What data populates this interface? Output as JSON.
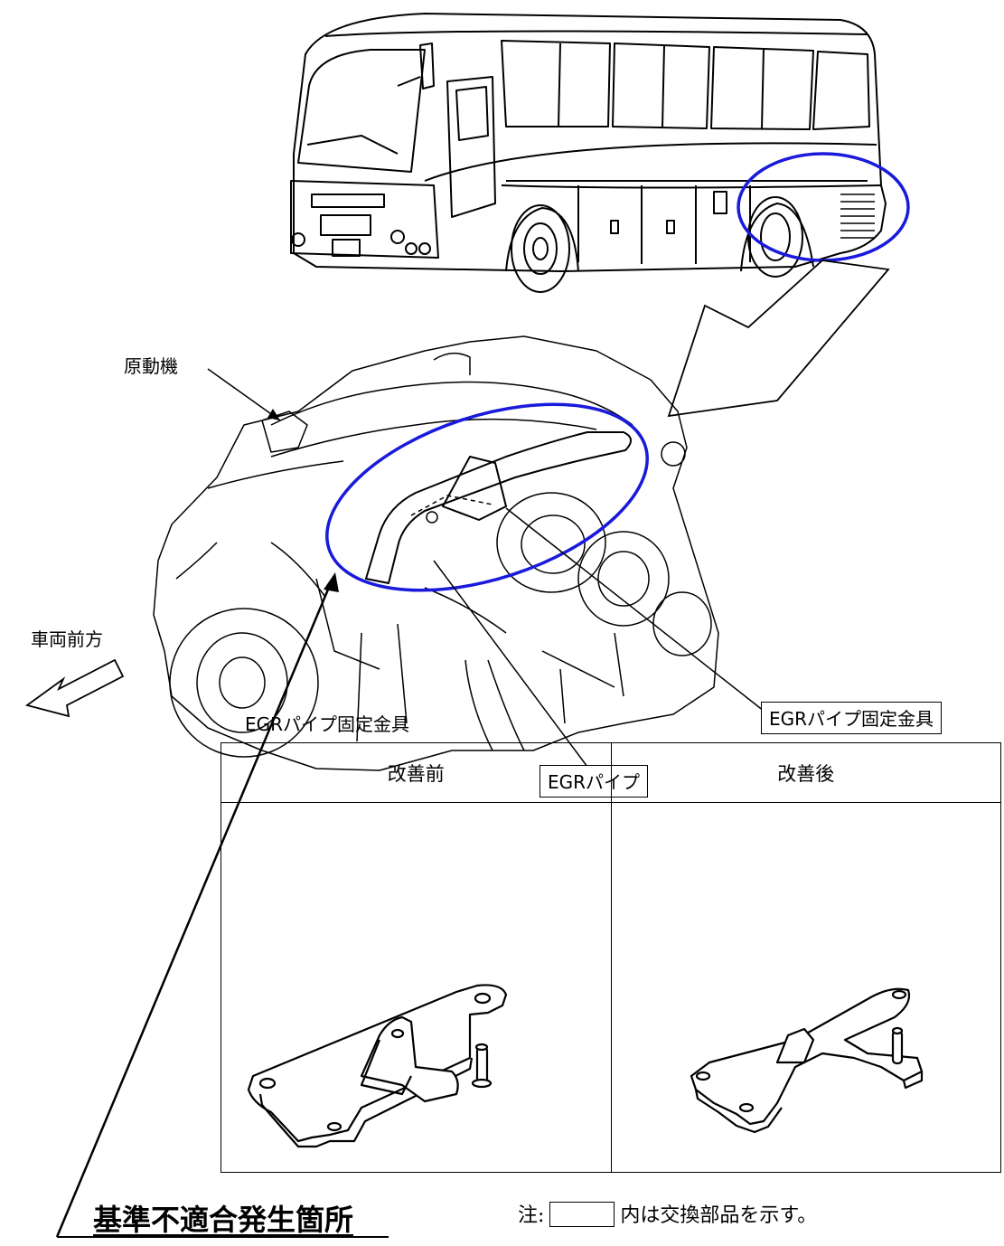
{
  "labels": {
    "engine": "原動機",
    "vehicle_front": "車両前方",
    "egr_bracket": "EGRパイプ固定金具",
    "egr_pipe": "EGRパイプ",
    "table_caption": "EGRパイプ固定金具",
    "nonconformity_location": "基準不適合発生箇所"
  },
  "comparison_table": {
    "before_label": "改善前",
    "after_label": "改善後"
  },
  "note": {
    "prefix": "注:",
    "suffix": "内は交換部品を示す。"
  },
  "colors": {
    "highlight_ellipse": "#1a1adb",
    "line": "#000000"
  }
}
